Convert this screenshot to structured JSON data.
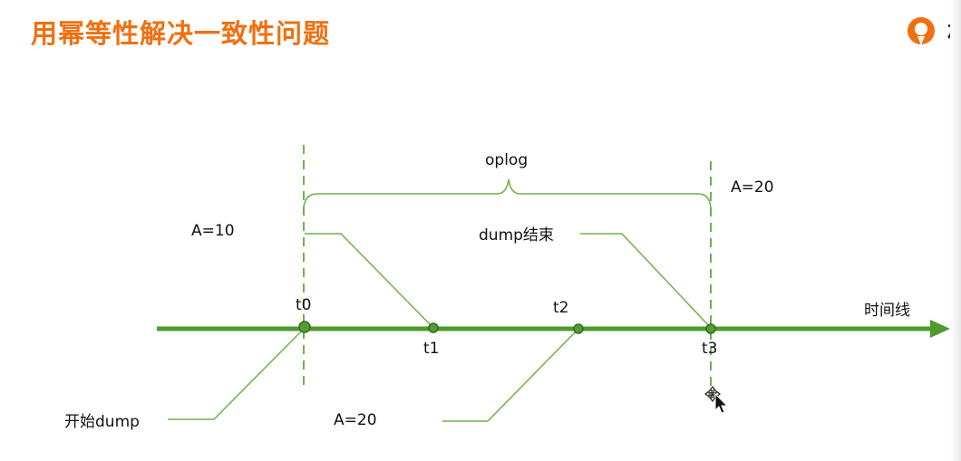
{
  "slide": {
    "title": "用幂等性解决一致性问题",
    "logo_text": "相"
  },
  "timeline": {
    "axis_label": "时间线",
    "points": [
      "t0",
      "t1",
      "t2",
      "t3"
    ]
  },
  "annotations": {
    "oplog": "oplog",
    "a10": "A=10",
    "a20_top": "A=20",
    "dump_end": "dump结束",
    "start_dump": "开始dump",
    "a20_bottom": "A=20"
  },
  "colors": {
    "title": "#f07010",
    "axis": "#4e9a2e",
    "point": "#2f6e1c",
    "line": "#6fb04e"
  }
}
